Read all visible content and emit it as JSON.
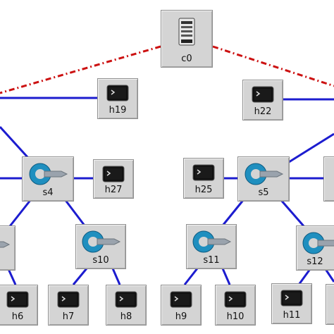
{
  "colors": {
    "link": "#1c1ccf",
    "controller_link": "#cc1111",
    "node_bg": "#d4d4d4"
  },
  "nodes": {
    "c0": {
      "label": "c0",
      "type": "controller",
      "icon": "server-icon"
    },
    "h19": {
      "label": "h19",
      "type": "host",
      "icon": "terminal-icon"
    },
    "h22": {
      "label": "h22",
      "type": "host",
      "icon": "terminal-icon"
    },
    "s4": {
      "label": "s4",
      "type": "switch",
      "icon": "switch-icon"
    },
    "h27": {
      "label": "h27",
      "type": "host",
      "icon": "terminal-icon"
    },
    "h25": {
      "label": "h25",
      "type": "host",
      "icon": "terminal-icon"
    },
    "s5": {
      "label": "s5",
      "type": "switch",
      "icon": "switch-icon"
    },
    "s10": {
      "label": "s10",
      "type": "switch",
      "icon": "switch-icon"
    },
    "s11": {
      "label": "s11",
      "type": "switch",
      "icon": "switch-icon"
    },
    "s12": {
      "label": "s12",
      "type": "switch",
      "icon": "switch-icon"
    },
    "h6": {
      "label": "h6",
      "type": "host",
      "icon": "terminal-icon"
    },
    "h7": {
      "label": "h7",
      "type": "host",
      "icon": "terminal-icon"
    },
    "h8": {
      "label": "h8",
      "type": "host",
      "icon": "terminal-icon"
    },
    "h9": {
      "label": "h9",
      "type": "host",
      "icon": "terminal-icon"
    },
    "h10": {
      "label": "h10",
      "type": "host",
      "icon": "terminal-icon"
    },
    "h11": {
      "label": "h11",
      "type": "host",
      "icon": "terminal-icon"
    }
  }
}
